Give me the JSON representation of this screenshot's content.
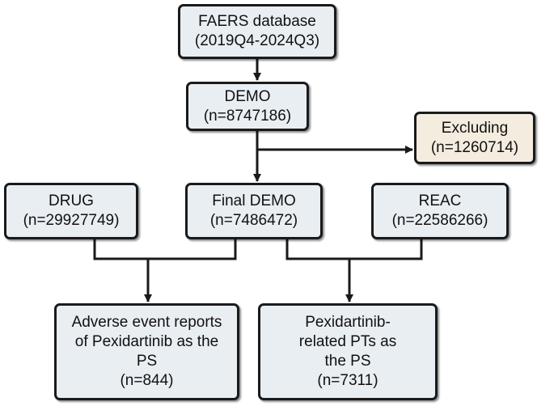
{
  "boxes": {
    "faers": {
      "lines": [
        "FAERS database",
        "(2019Q4-2024Q3)"
      ]
    },
    "demo": {
      "lines": [
        "DEMO",
        "(n=8747186)"
      ]
    },
    "excluding": {
      "lines": [
        "Excluding",
        "(n=1260714)"
      ]
    },
    "drug": {
      "lines": [
        "DRUG",
        "(n=29927749)"
      ]
    },
    "final_demo": {
      "lines": [
        "Final DEMO",
        "(n=7486472)"
      ]
    },
    "reac": {
      "lines": [
        "REAC",
        "(n=22586266)"
      ]
    },
    "adverse_reports": {
      "lines": [
        "Adverse event reports",
        "of Pexidartinib as the",
        "PS",
        "(n=844)"
      ]
    },
    "related_pts": {
      "lines": [
        "Pexidartinib-",
        "related PTs as",
        "the PS",
        "(n=7311)"
      ]
    }
  },
  "colors": {
    "box_fill": "#e9eef3",
    "excluding_fill": "#f3ecdf",
    "line": "#1a1a1a"
  }
}
